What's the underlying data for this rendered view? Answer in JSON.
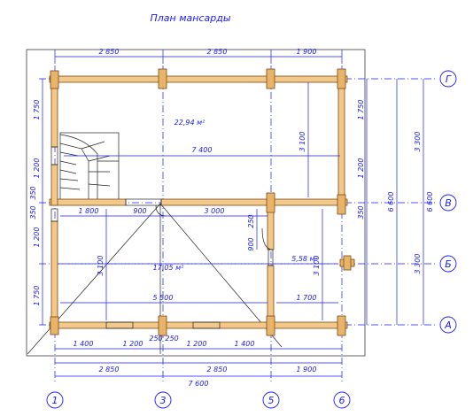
{
  "title": "План мансарды",
  "rooms": [
    {
      "area": "22,94 м²"
    },
    {
      "area": "17,05 м²"
    },
    {
      "area": "5,58 м²"
    }
  ],
  "dims": {
    "top_segments": [
      "2 850",
      "2 850",
      "1 900"
    ],
    "bottom_segments": [
      "2 850",
      "2 850",
      "1 900"
    ],
    "bottom_total": "7 600",
    "bottom_openings": [
      "1 400",
      "1 200",
      "250",
      "250",
      "1 200",
      "1 400"
    ],
    "left_segments": [
      "1 750",
      "1 200",
      "350",
      "350",
      "1 200",
      "1 750"
    ],
    "right_inner": [
      "1 750",
      "1 200",
      "350"
    ],
    "right_spans": [
      "3 300",
      "3 300"
    ],
    "right_total": [
      "6 600",
      "6 600"
    ],
    "inner_7400": "7 400",
    "inner_3100_upper": "3 100",
    "inner_3100_lower": "3 100",
    "inner_3100_right": "3 100",
    "inner_1800": "1 800",
    "inner_900": "900",
    "inner_3000": "3 000",
    "inner_250": "250",
    "inner_900v": "900",
    "inner_5500": "5 500",
    "inner_1700": "1 700"
  },
  "axes_bottom": [
    "1",
    "3",
    "5",
    "6"
  ],
  "axes_right": [
    "Г",
    "В",
    "Б",
    "А"
  ]
}
